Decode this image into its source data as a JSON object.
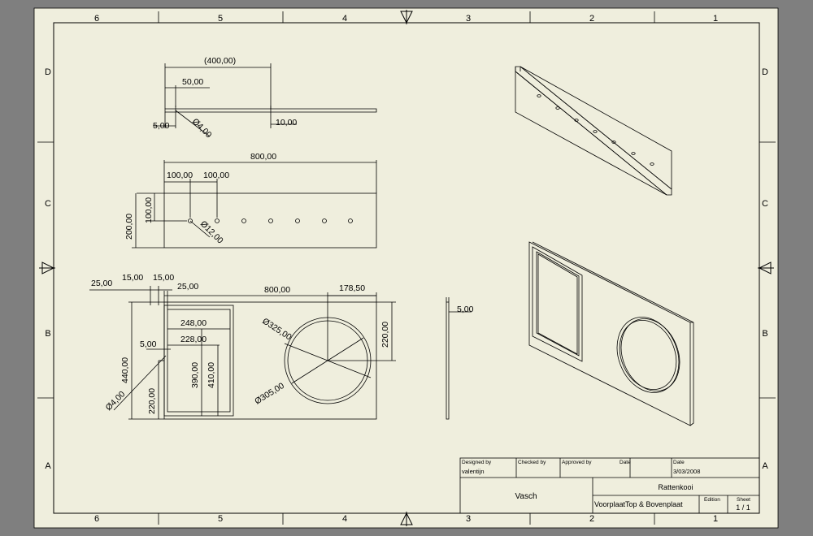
{
  "colors": {
    "background": "#7f7f7f",
    "paper": "#efeedd",
    "line": "#000000"
  },
  "zones": {
    "columns": [
      "6",
      "5",
      "4",
      "3",
      "2",
      "1"
    ],
    "rows": [
      "D",
      "C",
      "B",
      "A"
    ]
  },
  "dimensions": {
    "top_view": {
      "overall": "(400,00)",
      "hole_offset": "50,00",
      "left": "5,00",
      "hole_dia": "Ø4,00",
      "right": "10,00"
    },
    "front_view": {
      "width": "800,00",
      "spacing_1": "100,00",
      "spacing_2": "100,00",
      "height_1": "100,00",
      "height_2": "200,00",
      "hole_dia": "Ø12,00"
    },
    "plate_view": {
      "left_25": "25,00",
      "left_15": "15,00",
      "inner_15": "15,00",
      "inner_25": "25,00",
      "width": "800,00",
      "circle_offset": "178,50",
      "outer_w": "248,00",
      "inner_w": "228,00",
      "small_5": "5,00",
      "height_440": "440,00",
      "height_220_left": "220,00",
      "hole_dia": "Ø4,00",
      "rect_h_390": "390,00",
      "rect_h_410": "410,00",
      "circle_outer": "Ø325,00",
      "circle_inner": "Ø305,00",
      "circle_h": "220,00"
    },
    "side_view": {
      "thickness": "5,00"
    }
  },
  "title_block": {
    "designed_by_label": "Designed by",
    "checked_by_label": "Checked by",
    "approved_by_label": "Approved by",
    "date_label_1": "Date",
    "date_label_2": "Date",
    "designer": "valentijn",
    "date": "3/03/2008",
    "company": "Vasch",
    "project": "Rattenkooi",
    "part": "VoorplaatTop & Bovenplaat",
    "edition_label": "Edition",
    "sheet_label": "Sheet",
    "sheet": "1 / 1"
  }
}
